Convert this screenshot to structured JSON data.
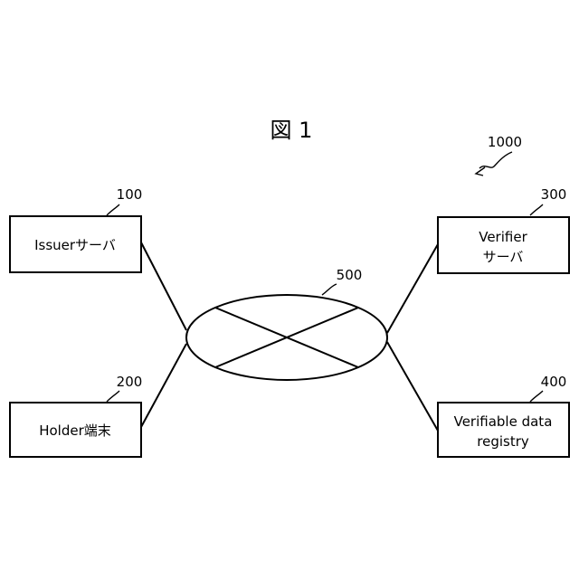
{
  "figure": {
    "title": "図 1"
  },
  "system": {
    "ref": "1000"
  },
  "nodes": {
    "issuer": {
      "ref": "100",
      "label": "Issuerサーバ"
    },
    "holder": {
      "ref": "200",
      "label": "Holder端末"
    },
    "verifier": {
      "ref": "300",
      "label_line1": "Verifier",
      "label_line2": "サーバ"
    },
    "registry": {
      "ref": "400",
      "label_line1": "Verifiable data",
      "label_line2": "registry"
    },
    "network": {
      "ref": "500"
    }
  }
}
